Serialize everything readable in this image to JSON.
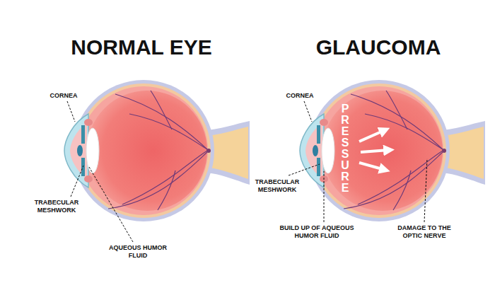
{
  "diagram": {
    "labels": [
      "NORMAL EYE",
      "GLAUCOMA",
      "CORNEA",
      "TRABECULAR MESHWORK",
      "AQUEOUS HUMOR FLUID",
      "CORNEA",
      "PRESSURE",
      "TRABECULAR MESHWORK",
      "BUILD UP OF AQUEOUS HUMOR FLUID",
      "DAMAGE TO THE OPTIC NERVE"
    ]
  }
}
